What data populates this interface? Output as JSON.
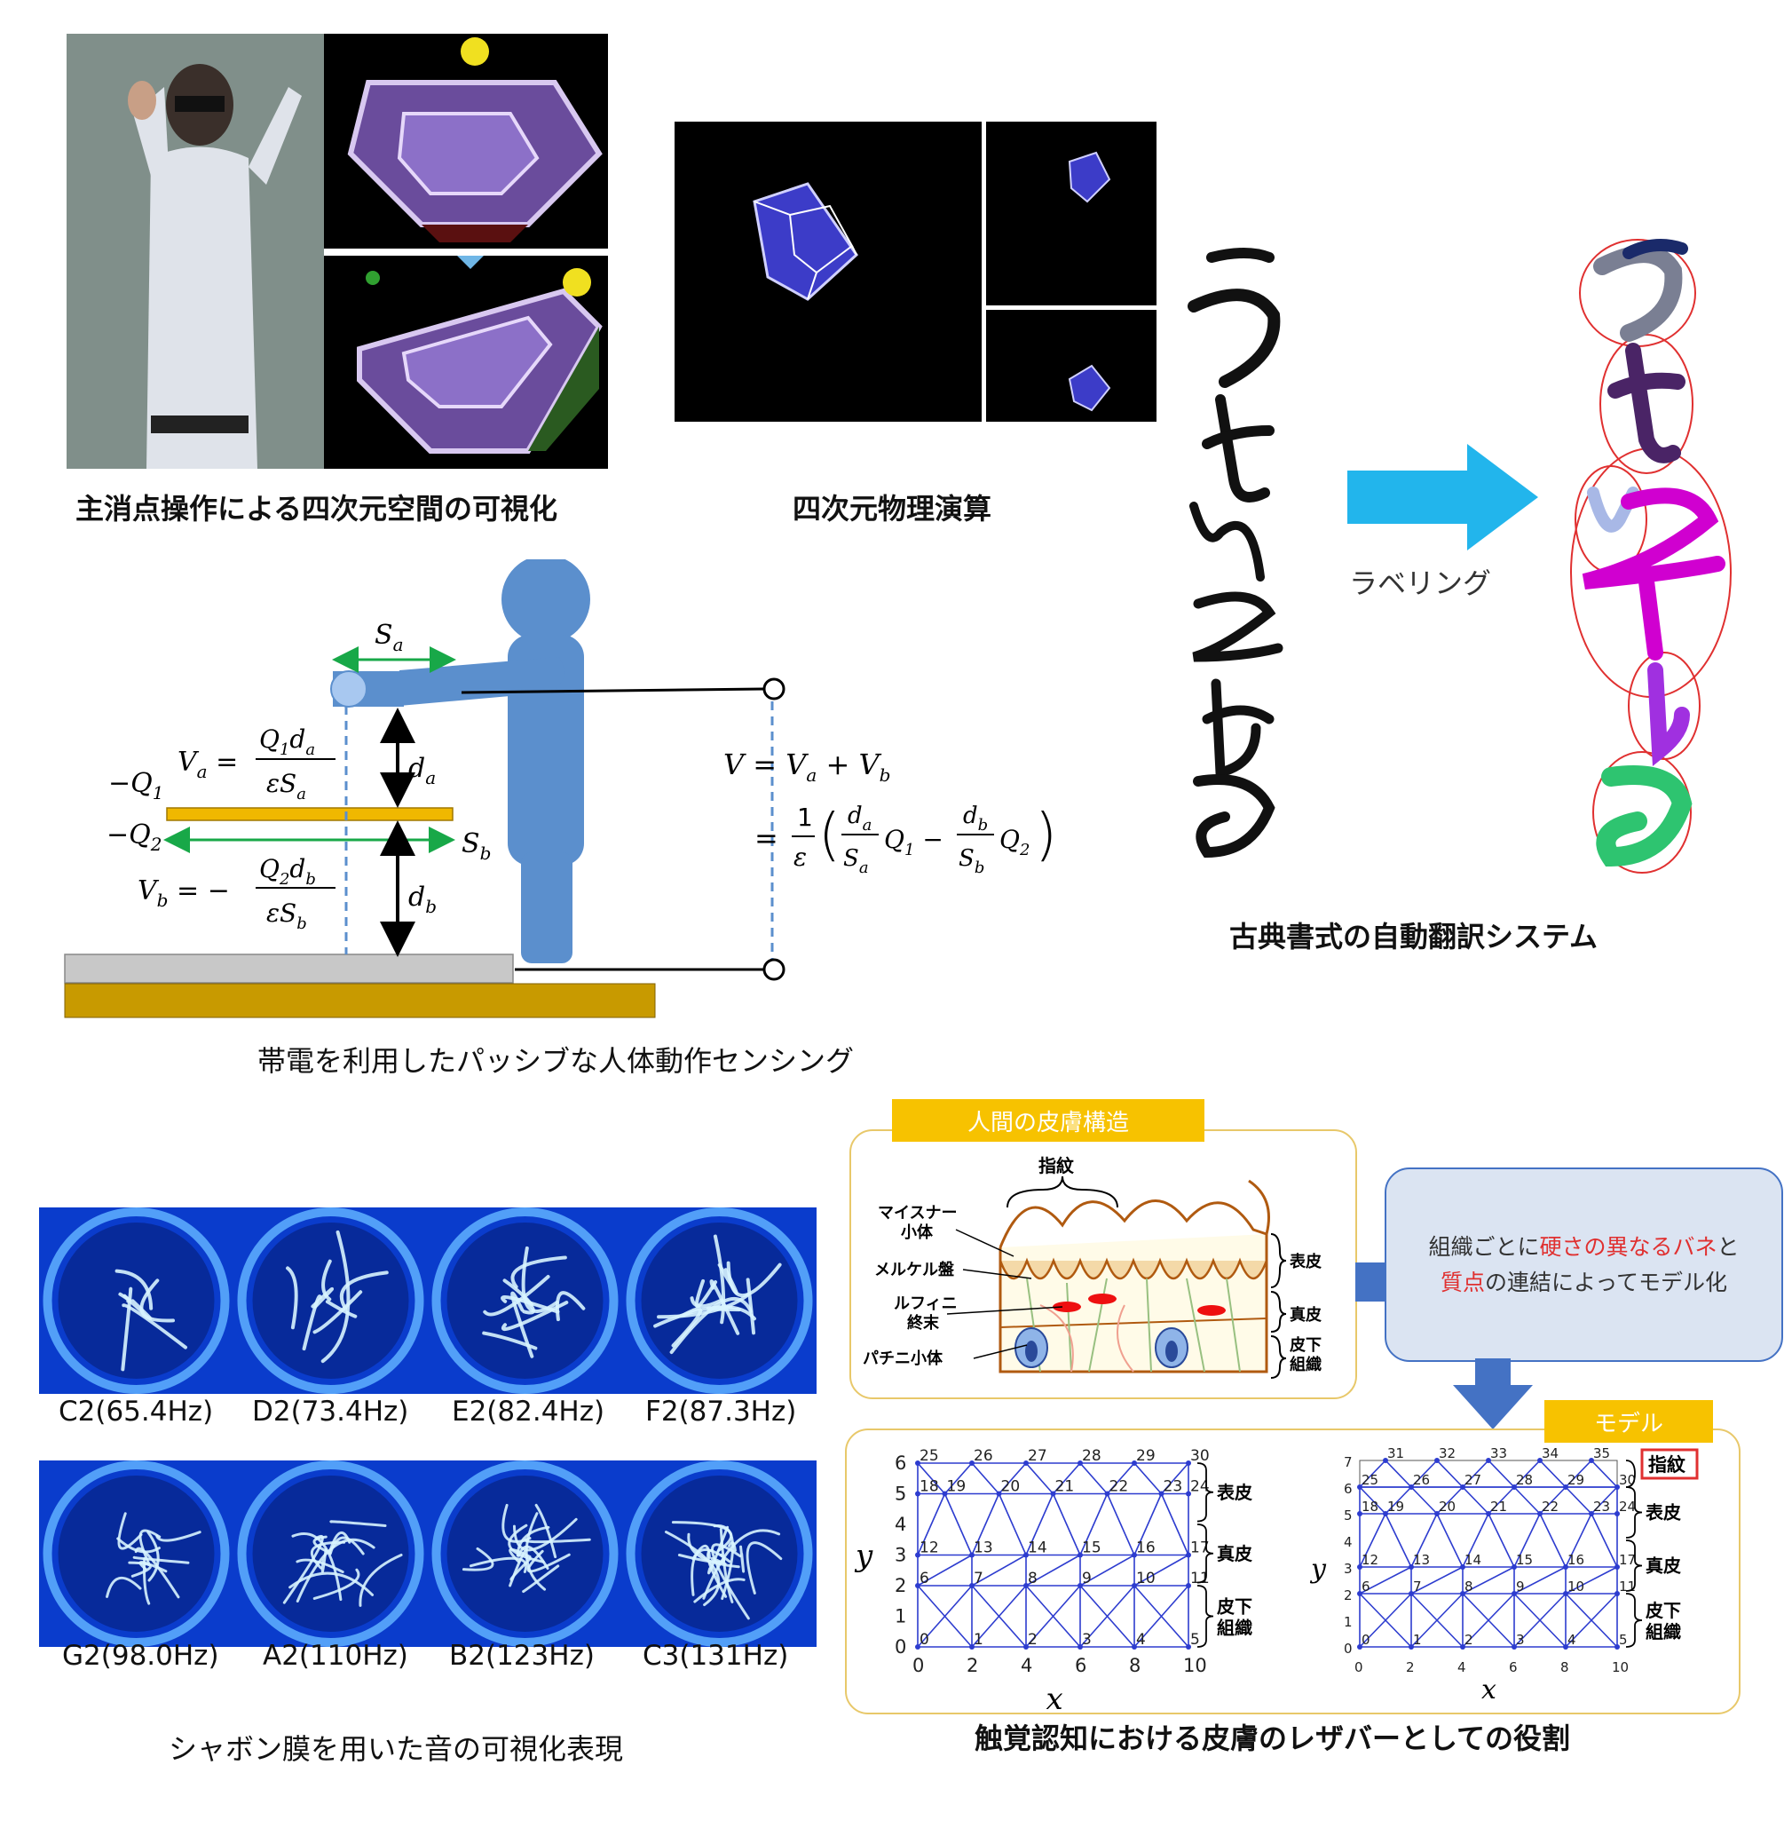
{
  "panels": {
    "four_d_viz": {
      "caption": "主消点操作による四次元空間の可視化"
    },
    "four_d_physics": {
      "caption": "四次元物理演算"
    },
    "classical_text": {
      "caption": "古典書式の自動翻訳システム",
      "arrow_label": "ラベリング",
      "glyphs": "うといふもさ",
      "label_colors": [
        "#7a7f93",
        "#4a2466",
        "#a8b8e6",
        "#d000d0",
        "#a030e0",
        "#2ec470"
      ]
    },
    "charge_sensing": {
      "caption": "帯電を利用したパッシブな人体動作センシング",
      "labels": {
        "sa": "S",
        "sa_sub": "a",
        "sb": "S",
        "sb_sub": "b",
        "da": "d",
        "da_sub": "a",
        "db": "d",
        "db_sub": "b",
        "q1": "−Q",
        "q1_sub": "1",
        "q2": "−Q",
        "q2_sub": "2"
      },
      "eq_va": "V_a = Q₁d_a / εS_a",
      "eq_vb": "V_b = −Q₂d_b / εS_b",
      "eq_v1": "V = V_a + V_b",
      "eq_v2": "= 1/ε ( d_a/S_a Q₁ − d_b/S_b Q₂ )"
    },
    "soap_film": {
      "caption": "シャボン膜を用いた音の可視化表現",
      "notes": [
        "C2(65.4Hz)",
        "D2(73.4Hz)",
        "E2(82.4Hz)",
        "F2(87.3Hz)",
        "G2(98.0Hz)",
        "A2(110Hz)",
        "B2(123Hz)",
        "C3(131Hz)"
      ]
    },
    "skin_reservoir": {
      "caption": "触覚認知における皮膚のレザバーとしての役割",
      "structure_tag": "人間の皮膚構造",
      "model_tag": "モデル",
      "fingerprint": "指紋",
      "receptors": [
        "マイスナー",
        "小体",
        "メルケル盤",
        "ルフィニ",
        "終末",
        "パチニ小体"
      ],
      "layers": [
        "表皮",
        "真皮",
        "皮下",
        "組織"
      ],
      "fingerprint_box": "指紋",
      "note_parts": [
        "組織ごとに",
        "硬さの異なるバネ",
        "と",
        "質点",
        "の連結によってモデル化"
      ],
      "x_ticks": [
        "0",
        "2",
        "4",
        "6",
        "8",
        "10"
      ],
      "y_ticks_left": [
        "0",
        "1",
        "2",
        "3",
        "4",
        "5",
        "6"
      ],
      "y_ticks_right": [
        "0",
        "1",
        "2",
        "3",
        "4",
        "5",
        "6",
        "7"
      ],
      "axis_x": "x",
      "axis_y": "y",
      "highlight_color": "#e03030"
    }
  }
}
